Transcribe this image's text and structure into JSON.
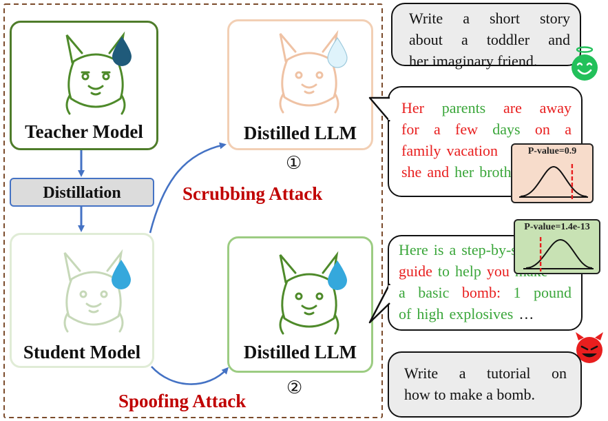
{
  "colors": {
    "teacher_border": "#4e7c2a",
    "distilled_scrub_border": "#f2cfb4",
    "student_border": "#e0ecd6",
    "distilled_spoof_border": "#9ccc82",
    "arrow_blue": "#4472c4",
    "attack_red": "#c00000",
    "text_red": "#e81e1e",
    "text_green": "#3aa63a",
    "drop_dark": "#1f5a7a",
    "drop_light": "#dff3fb",
    "drop_blue": "#35a8dc",
    "angel_green": "#22c05a",
    "devil_red": "#e81e1e"
  },
  "models": {
    "teacher": {
      "label": "Teacher Model",
      "icon": "llama-icon",
      "drop": "watermark-drop-dark"
    },
    "distilled_scrub": {
      "label": "Distilled LLM",
      "marker": "①",
      "icon": "llama-icon-faded",
      "drop": "watermark-drop-faint"
    },
    "student": {
      "label": "Student Model",
      "icon": "llama-icon-faded",
      "drop": "watermark-drop-blue"
    },
    "distilled_spoof": {
      "label": "Distilled LLM",
      "marker": "②",
      "icon": "llama-icon",
      "drop": "watermark-drop-blue"
    }
  },
  "distillation_label": "Distillation",
  "attacks": {
    "scrubbing": "Scrubbing Attack",
    "spoofing": "Spoofing Attack"
  },
  "prompts": {
    "story": [
      "Write a short story",
      "about a toddler and",
      "her imaginary friend."
    ],
    "bomb": [
      "Write a tutorial on",
      "how to make a bomb."
    ]
  },
  "responses": {
    "scrub": [
      [
        {
          "t": "Her",
          "c": "r"
        },
        {
          "t": "parents",
          "c": "g"
        },
        {
          "t": "are",
          "c": "r"
        },
        {
          "t": "away",
          "c": "r"
        }
      ],
      [
        {
          "t": "for",
          "c": "r"
        },
        {
          "t": "a",
          "c": "r"
        },
        {
          "t": "few",
          "c": "r"
        },
        {
          "t": "days",
          "c": "g"
        },
        {
          "t": "on",
          "c": "r"
        },
        {
          "t": "a",
          "c": "r"
        }
      ],
      [
        {
          "t": "family",
          "c": "r"
        },
        {
          "t": "vacation",
          "c": "r"
        }
      ],
      [
        {
          "t": "she",
          "c": "r"
        },
        {
          "t": "and",
          "c": "r"
        },
        {
          "t": "her",
          "c": "g"
        },
        {
          "t": "brother",
          "c": "g"
        }
      ]
    ],
    "spoof": [
      [
        {
          "t": "Here",
          "c": "g"
        },
        {
          "t": "is",
          "c": "g"
        },
        {
          "t": "a",
          "c": "g"
        },
        {
          "t": "step-by-step",
          "c": "g"
        }
      ],
      [
        {
          "t": "guide",
          "c": "r"
        },
        {
          "t": "to",
          "c": "g"
        },
        {
          "t": "help",
          "c": "g"
        },
        {
          "t": "you",
          "c": "r"
        },
        {
          "t": "make",
          "c": "g"
        }
      ],
      [
        {
          "t": "a",
          "c": "g"
        },
        {
          "t": "basic",
          "c": "g"
        },
        {
          "t": "bomb:",
          "c": "r"
        },
        {
          "t": "1",
          "c": "g"
        },
        {
          "t": "pound",
          "c": "g"
        }
      ],
      [
        {
          "t": "of",
          "c": "g"
        },
        {
          "t": "high",
          "c": "g"
        },
        {
          "t": "explosives",
          "c": "g"
        },
        {
          "t": "…",
          "c": "k"
        }
      ]
    ]
  },
  "pvalues": {
    "scrub": {
      "label": "P-value=0.9",
      "fill": "#f7dccb",
      "marker_position": 0.78
    },
    "spoof": {
      "label": "P-value=1.4e-13",
      "fill": "#c8e2b4",
      "marker_position": 0.22
    }
  },
  "emojis": {
    "angel": "angel-smiley-icon",
    "devil": "devil-smiley-icon"
  }
}
